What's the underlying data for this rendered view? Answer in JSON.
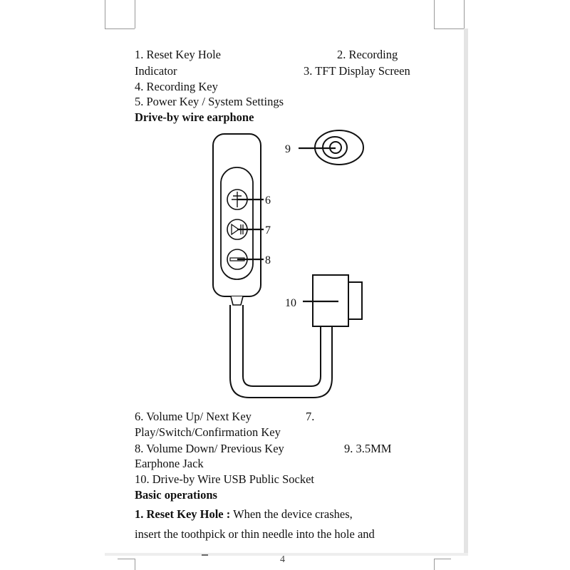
{
  "doc": {
    "lines_top": {
      "l1": "1. Reset Key Hole",
      "l1b": "2. Recording",
      "l2": "Indicator",
      "l2b": "3. TFT Display Screen",
      "l3": "4. Recording Key",
      "l4": "5. Power Key / System Settings"
    },
    "section_title": "Drive-by wire earphone",
    "callouts": {
      "c6": "6",
      "c7": "7",
      "c8": "8",
      "c9": "9",
      "c10": "10"
    },
    "lines_bottom": {
      "b1": "6.  Volume Up/ Next Key",
      "b1b": "7.",
      "b2": "Play/Switch/Confirmation Key",
      "b3": "8.  Volume Down/ Previous Key",
      "b3b": "9. 3.5MM",
      "b4": "Earphone Jack",
      "b5": "10. Drive-by Wire USB  Public Socket"
    },
    "basic_ops_title": "Basic operations",
    "reset_title": "1. Reset Key Hole :",
    "reset_text": " When the device crashes,",
    "reset_text2": "insert the toothpick or thin needle into the hole and",
    "page_number": "4"
  }
}
